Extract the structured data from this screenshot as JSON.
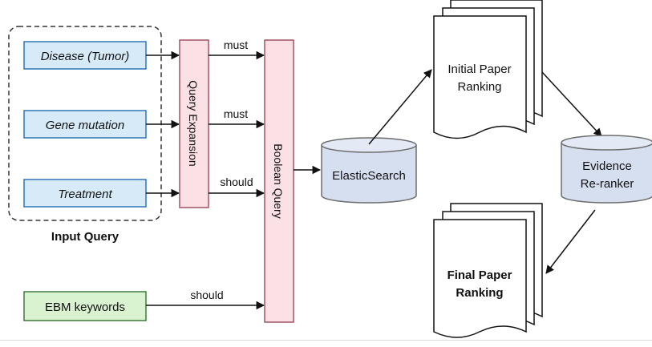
{
  "input_group": {
    "caption": "Input Query",
    "disease": "Disease (Tumor)",
    "gene": "Gene mutation",
    "treatment": "Treatment"
  },
  "ebm_keywords": "EBM keywords",
  "query_expansion": "Query Expansion",
  "boolean_query": "Boolean Query",
  "edges": {
    "disease": "must",
    "gene": "must",
    "treatment": "should",
    "ebm": "should"
  },
  "elasticsearch": "ElasticSearch",
  "initial_ranking": {
    "line1": "Initial Paper",
    "line2": "Ranking"
  },
  "reranker": {
    "line1": "Evidence",
    "line2": "Re-ranker"
  },
  "final_ranking": {
    "line1": "Final Paper",
    "line2": "Ranking"
  },
  "colors": {
    "input_box": "#d6eaf8",
    "input_border": "#2e75b6",
    "ebm_box": "#d9f2d0",
    "ebm_border": "#3c7a3c",
    "query_bar": "#fbe0e6",
    "query_border": "#a05565",
    "cylinder": "#d6dff0",
    "cylinder_border": "#6d6d6d"
  }
}
